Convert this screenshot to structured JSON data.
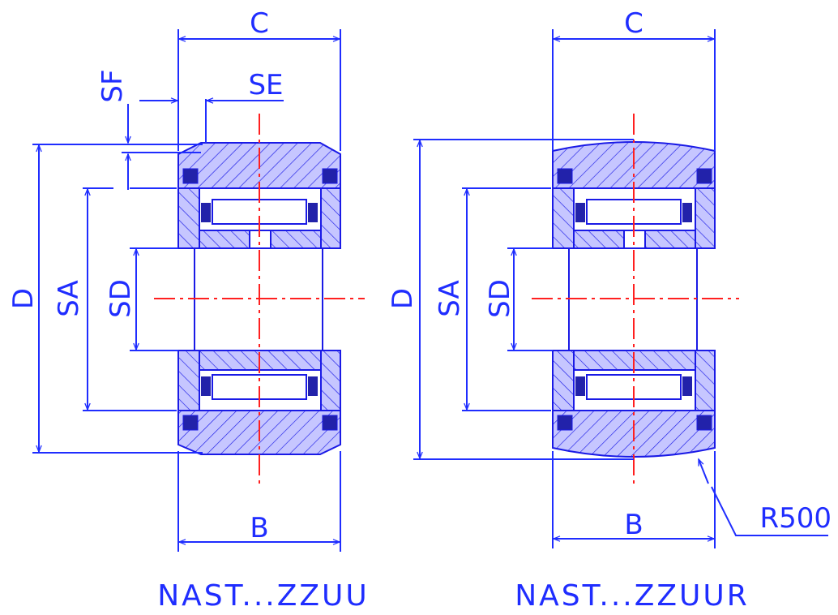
{
  "colors": {
    "line": "#1f2dff",
    "hatch_fill": "#c6c6ff",
    "hatch": "#1a1ae6",
    "centre_line": "#ff2020",
    "seal": "#2222aa"
  },
  "left": {
    "title": "NAST...ZZUU",
    "dims": {
      "C": "C",
      "B": "B",
      "D": "D",
      "SA": "SA",
      "SD": "SD",
      "SF": "SF",
      "SE": "SE"
    }
  },
  "right": {
    "title": "NAST...ZZUUR",
    "dims": {
      "C": "C",
      "B": "B",
      "D": "D",
      "SA": "SA",
      "SD": "SD",
      "radius": "R500"
    }
  }
}
